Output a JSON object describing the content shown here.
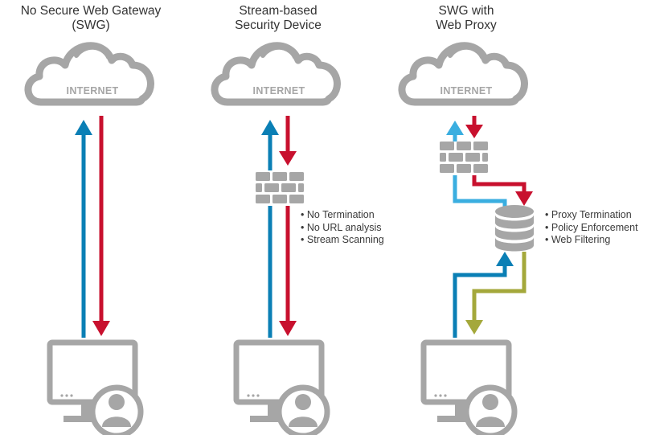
{
  "columns": [
    {
      "title_lines": [
        "No Secure Web Gateway",
        "(SWG)"
      ],
      "cloud_label": "INTERNET",
      "notes": []
    },
    {
      "title_lines": [
        "Stream-based",
        "Security Device"
      ],
      "cloud_label": "INTERNET",
      "notes": [
        "No Termination",
        "No URL analysis",
        "Stream Scanning"
      ]
    },
    {
      "title_lines": [
        "SWG with",
        "Web Proxy"
      ],
      "cloud_label": "INTERNET",
      "notes": [
        "Proxy Termination",
        "Policy Enforcement",
        "Web Filtering"
      ]
    }
  ],
  "colors": {
    "gray": "#a6a6a6",
    "blue": "#0a7fb5",
    "light_blue": "#3aaee0",
    "red": "#c8102e",
    "olive": "#a4a83b"
  },
  "icons": [
    "cloud-icon",
    "firewall-icon",
    "database-icon",
    "monitor-user-icon"
  ]
}
